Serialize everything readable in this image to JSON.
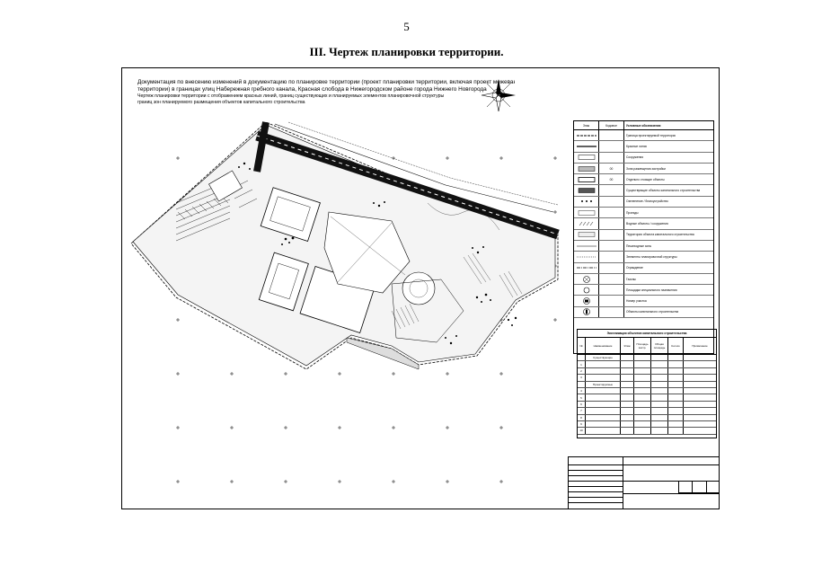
{
  "page_number": "5",
  "page_title": "III.     Чертеж планировки территории.",
  "drawing": {
    "header_lines": [
      "Документация по внесению изменений в документацию по планировке территории (проект планировки территории, включая проект межевания",
      "территории) в границах улиц Набережная гребного канала, Красная слобода в Нижегородском районе города Нижнего Новгорода",
      "Чертеж планировки территории с отображением красных линий, границ существующих и планируемых элементов планировочной структуры",
      "границ зон планируемого размещения объектов капитального строительства"
    ],
    "legend": {
      "col_symbol": "Знак",
      "col_code": "Кодовое",
      "title": "Условные обозначения",
      "rows": [
        {
          "code": "",
          "text": "Граница проектируемой территории"
        },
        {
          "code": "",
          "text": "Красные линии"
        },
        {
          "code": "",
          "text": "Сооружения"
        },
        {
          "code": "00",
          "text": "Зона размещения застройки"
        },
        {
          "code": "00",
          "text": "Отдельно стоящие объекты"
        },
        {
          "code": "",
          "text": "Существующие объекты капитального строительства"
        },
        {
          "code": "",
          "text": "Озеленение / благоустройство"
        },
        {
          "code": "",
          "text": "Проезды"
        },
        {
          "code": "",
          "text": "Водные объекты / сооружения"
        },
        {
          "code": "",
          "text": "Территория объекта капитального строительства"
        },
        {
          "code": "",
          "text": "Пешеходные зоны"
        },
        {
          "code": "",
          "text": "Элементы планировочной структуры"
        },
        {
          "code": "",
          "text": "Ограждение"
        },
        {
          "code": "",
          "text": "Газоны"
        },
        {
          "code": "",
          "text": "Площадки специального назначения"
        },
        {
          "code": "",
          "text": "Номер участка"
        },
        {
          "code": "",
          "text": "Объекты капитального строительства"
        }
      ]
    },
    "objects_table": {
      "title": "Экспликация объектов капитального строительства",
      "headers": [
        "№",
        "Наименование",
        "Этаж",
        "Площадь застр.",
        "Общая площадь",
        "Кол-во",
        "Примечание"
      ],
      "rows": [
        [
          "",
          "Существующие",
          "",
          "",
          "",
          "",
          ""
        ],
        [
          "1",
          "",
          "",
          "",
          "",
          "",
          ""
        ],
        [
          "2",
          "",
          "",
          "",
          "",
          "",
          ""
        ],
        [
          "3",
          "",
          "",
          "",
          "",
          "",
          ""
        ],
        [
          "",
          "Проектируемые",
          "",
          "",
          "",
          "",
          ""
        ],
        [
          "4",
          "",
          "",
          "",
          "",
          "",
          ""
        ],
        [
          "5",
          "",
          "",
          "",
          "",
          "",
          ""
        ],
        [
          "6",
          "",
          "",
          "",
          "",
          "",
          ""
        ],
        [
          "7",
          "",
          "",
          "",
          "",
          "",
          ""
        ],
        [
          "8",
          "",
          "",
          "",
          "",
          "",
          ""
        ],
        [
          "9",
          "",
          "",
          "",
          "",
          "",
          ""
        ],
        [
          "10",
          "",
          "",
          "",
          "",
          "",
          ""
        ]
      ]
    },
    "stamp": {
      "org": "",
      "description": "",
      "sheet_text": "",
      "cells": [
        "",
        "",
        ""
      ],
      "format": ""
    }
  }
}
